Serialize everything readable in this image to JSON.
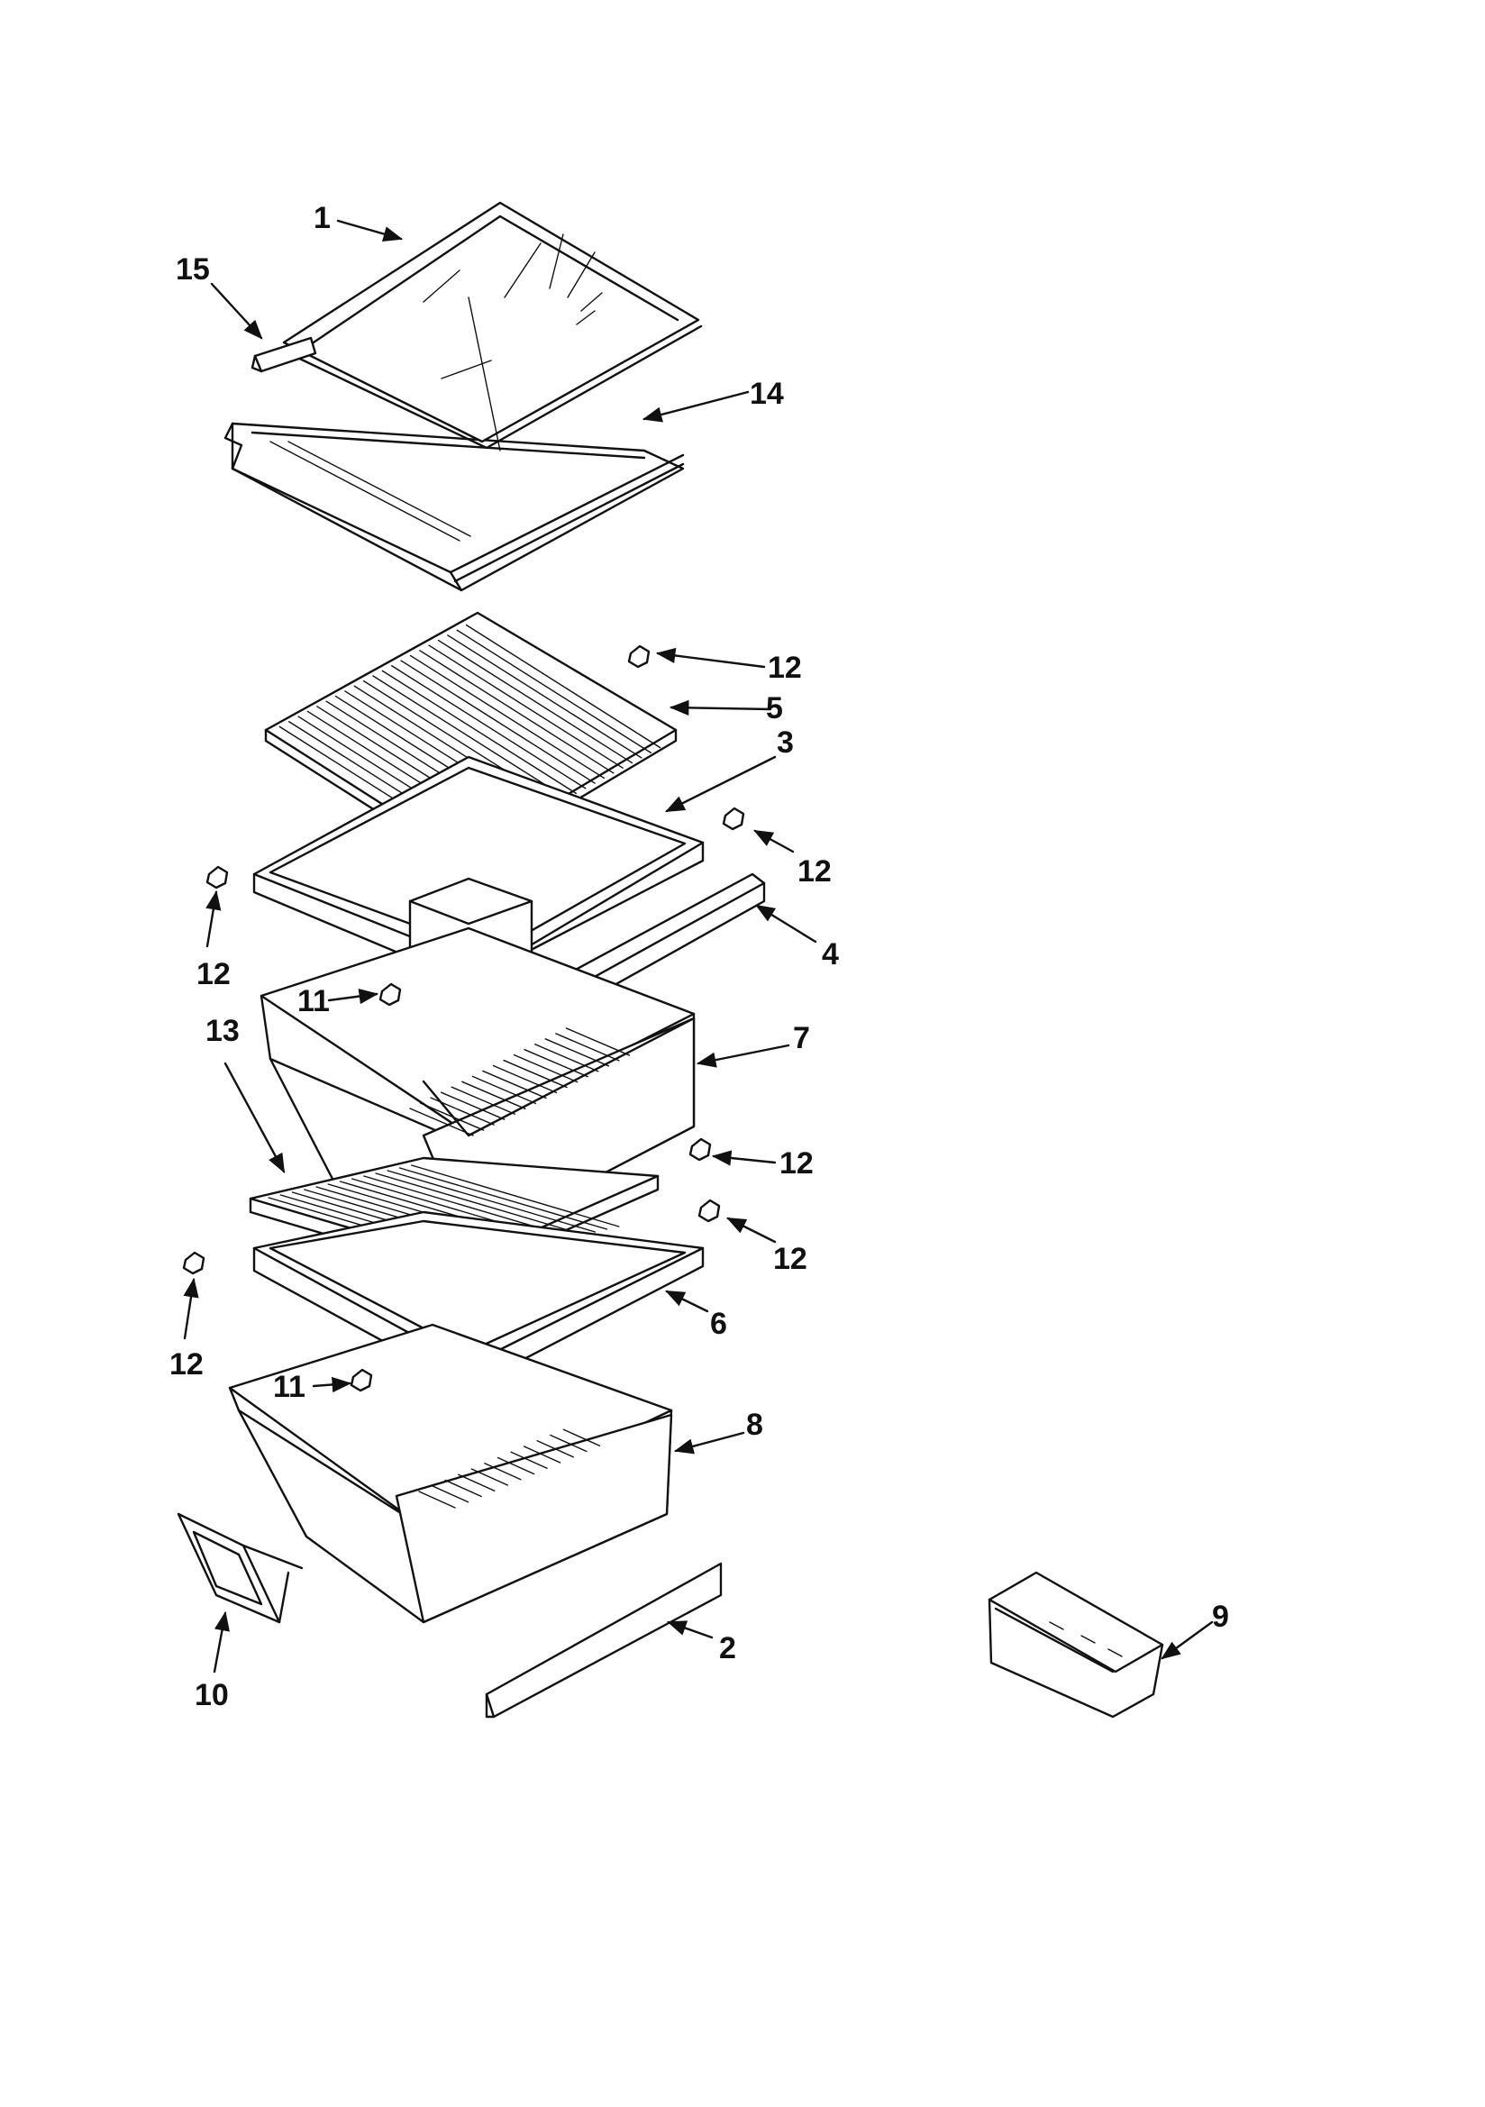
{
  "callouts": {
    "c1": "1",
    "c2": "2",
    "c3": "3",
    "c4": "4",
    "c5": "5",
    "c6": "6",
    "c7": "7",
    "c8": "8",
    "c9": "9",
    "c10": "10",
    "c11a": "11",
    "c11b": "11",
    "c12a": "12",
    "c12b": "12",
    "c12c": "12",
    "c12d": "12",
    "c12e": "12",
    "c12f": "12",
    "c13": "13",
    "c14": "14",
    "c15": "15"
  }
}
